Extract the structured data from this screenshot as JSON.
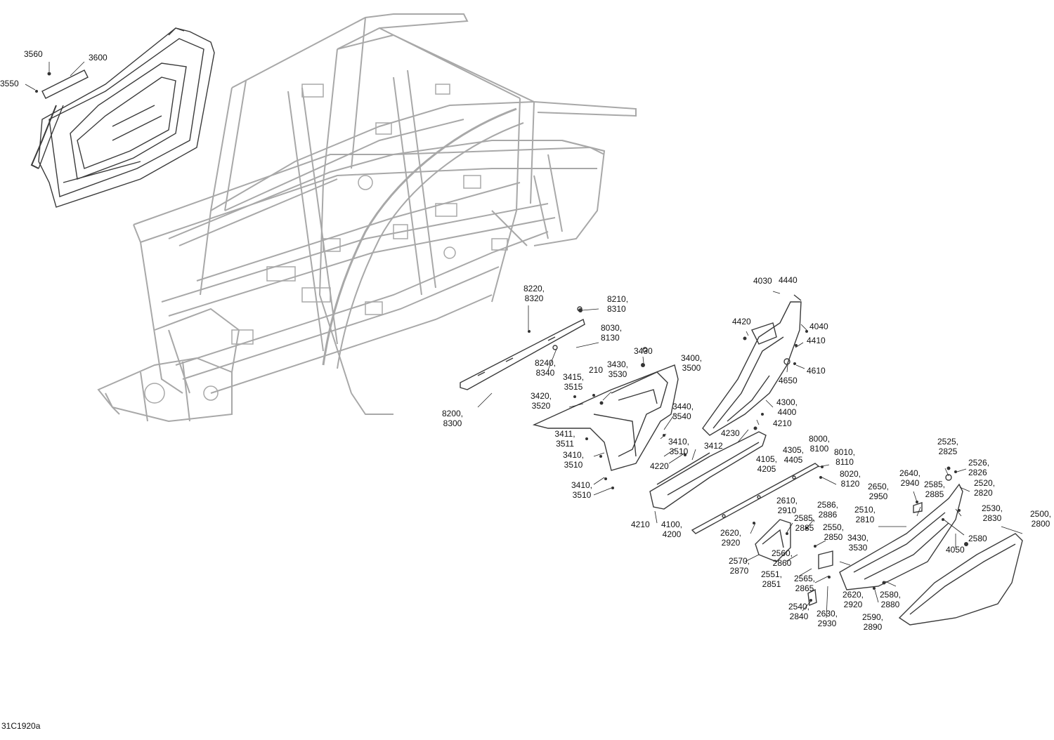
{
  "drawing_code": "31C1920a",
  "callouts": [
    "3560",
    "3600",
    "3550",
    "8220,\n8320",
    "8210,\n8310",
    "8030,\n8130",
    "8240,\n8340",
    "3430",
    "3400,\n3500",
    "3415,\n3515",
    "210",
    "3430,\n3530",
    "3420,\n3520",
    "8200,\n8300",
    "3440,\n3540",
    "3411,\n3511",
    "3410,\n3510",
    "3412",
    "3410,\n3510",
    "3410,\n3510",
    "4030",
    "4440",
    "4040",
    "4420",
    "4410",
    "4650",
    "4610",
    "4300,\n4400",
    "4210",
    "4230",
    "4220",
    "4210",
    "4100,\n4200",
    "4105,\n4205",
    "4305,\n4405",
    "8000,\n8100",
    "8010,\n8110",
    "8020,\n8120",
    "2525,\n2825",
    "2526,\n2826",
    "2520,\n2820",
    "2640,\n2940",
    "2585,\n2885",
    "2650,\n2950",
    "2510,\n2810",
    "2530,\n2830",
    "2500,\n2800",
    "2580",
    "4050",
    "2610,\n2910",
    "2586,\n2886",
    "2585,\n2885",
    "2550,\n2850",
    "3430,\n3530",
    "2620,\n2920",
    "2570,\n2870",
    "2560,\n2860",
    "2551,\n2851",
    "2565,\n2865",
    "2540,\n2840",
    "2630,\n2930",
    "2620,\n2920",
    "2580,\n2880",
    "2590,\n2890"
  ],
  "colors": {
    "line": "#9a9a9a",
    "part": "#3a3a3a",
    "text": "#111111"
  }
}
